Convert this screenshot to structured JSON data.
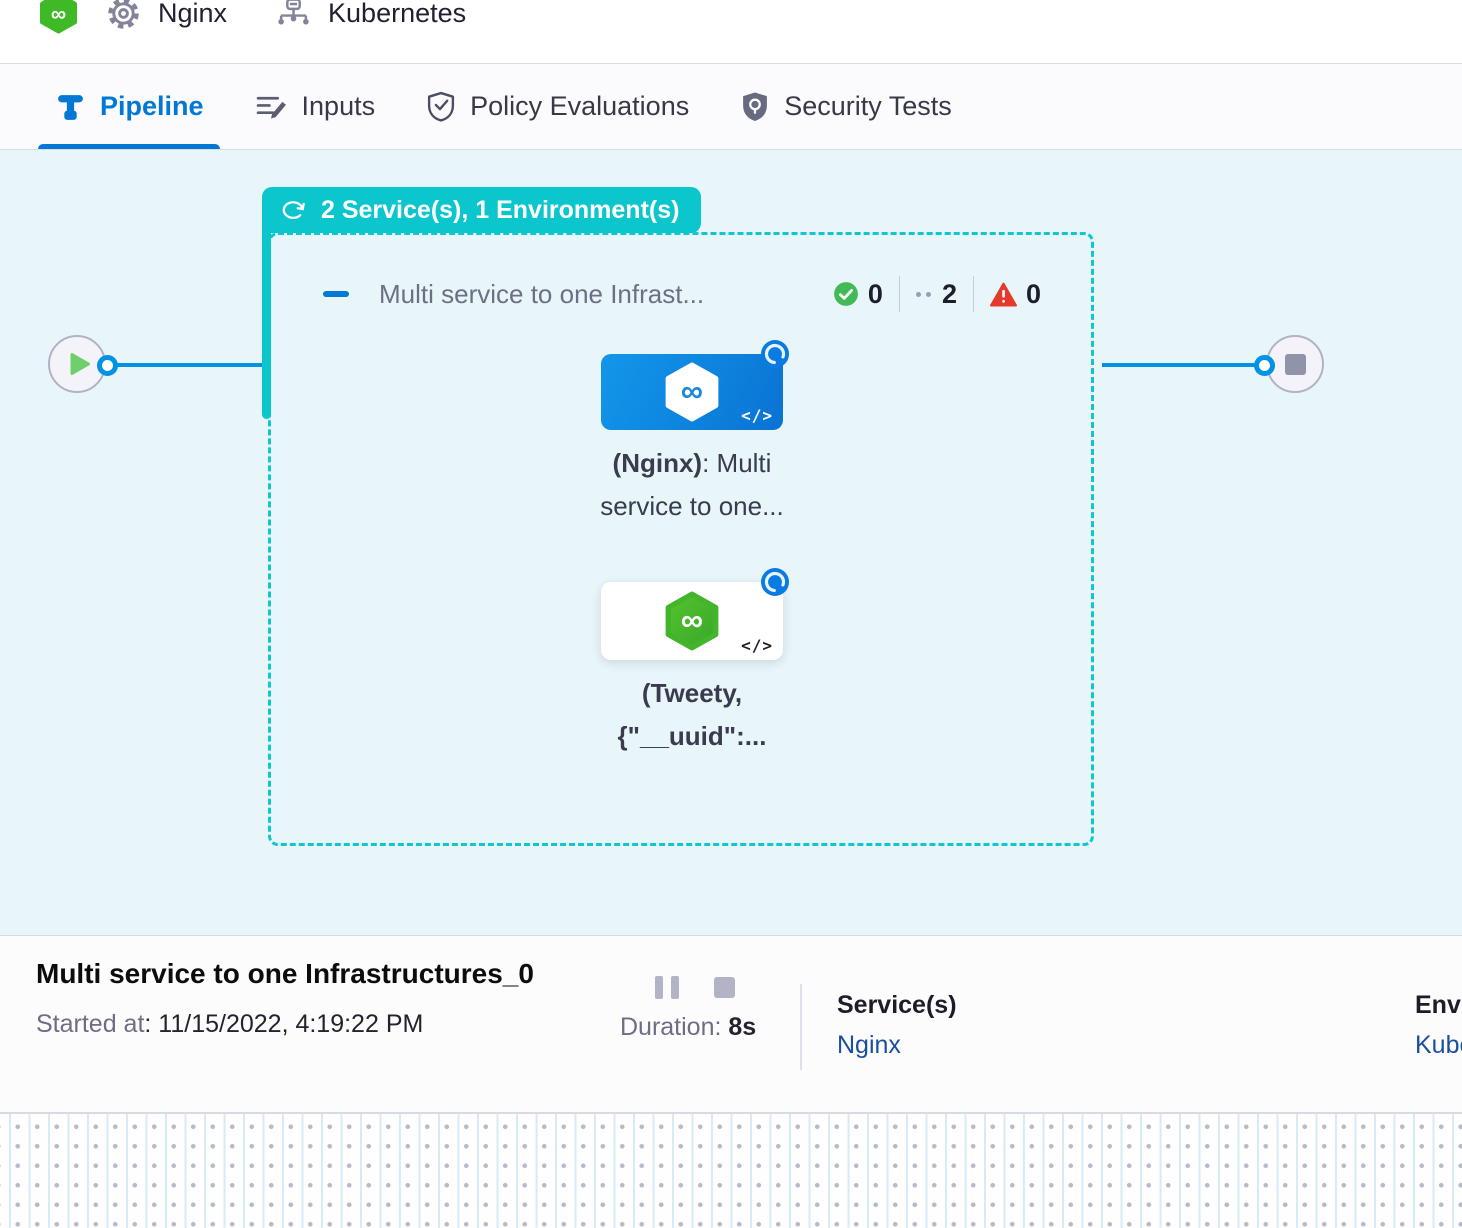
{
  "header": {
    "service_label": "Nginx",
    "environment_label": "Kubernetes"
  },
  "tabs": {
    "pipeline": "Pipeline",
    "inputs": "Inputs",
    "policy": "Policy Evaluations",
    "security": "Security Tests"
  },
  "stage": {
    "badge": "2 Service(s), 1 Environment(s)",
    "title": "Multi service to one Infrast...",
    "success_count": "0",
    "running_count": "2",
    "failed_count": "0",
    "code_icon": "</>",
    "nodes": [
      {
        "line1_bold": "(Nginx)",
        "line1_rest": ": Multi",
        "line2": "service to one..."
      },
      {
        "line1_bold": "(Tweety,",
        "line2_bold": "{\"__uuid\":..."
      }
    ]
  },
  "footer": {
    "title": "Multi service to one Infrastructures_0",
    "started_label": "Started at",
    "started_value": ": 11/15/2022, 4:19:22 PM",
    "duration_label": "Duration:",
    "duration_value": " 8s",
    "services_label": "Service(s)",
    "services_value": "Nginx",
    "environments_label": "Envi",
    "environments_value": "Kube"
  },
  "colors": {
    "teal": "#0cc6ce",
    "primary_blue": "#0278d5",
    "line_blue": "#0092e4",
    "success_green": "#42ba57",
    "error_red": "#e6392e"
  }
}
